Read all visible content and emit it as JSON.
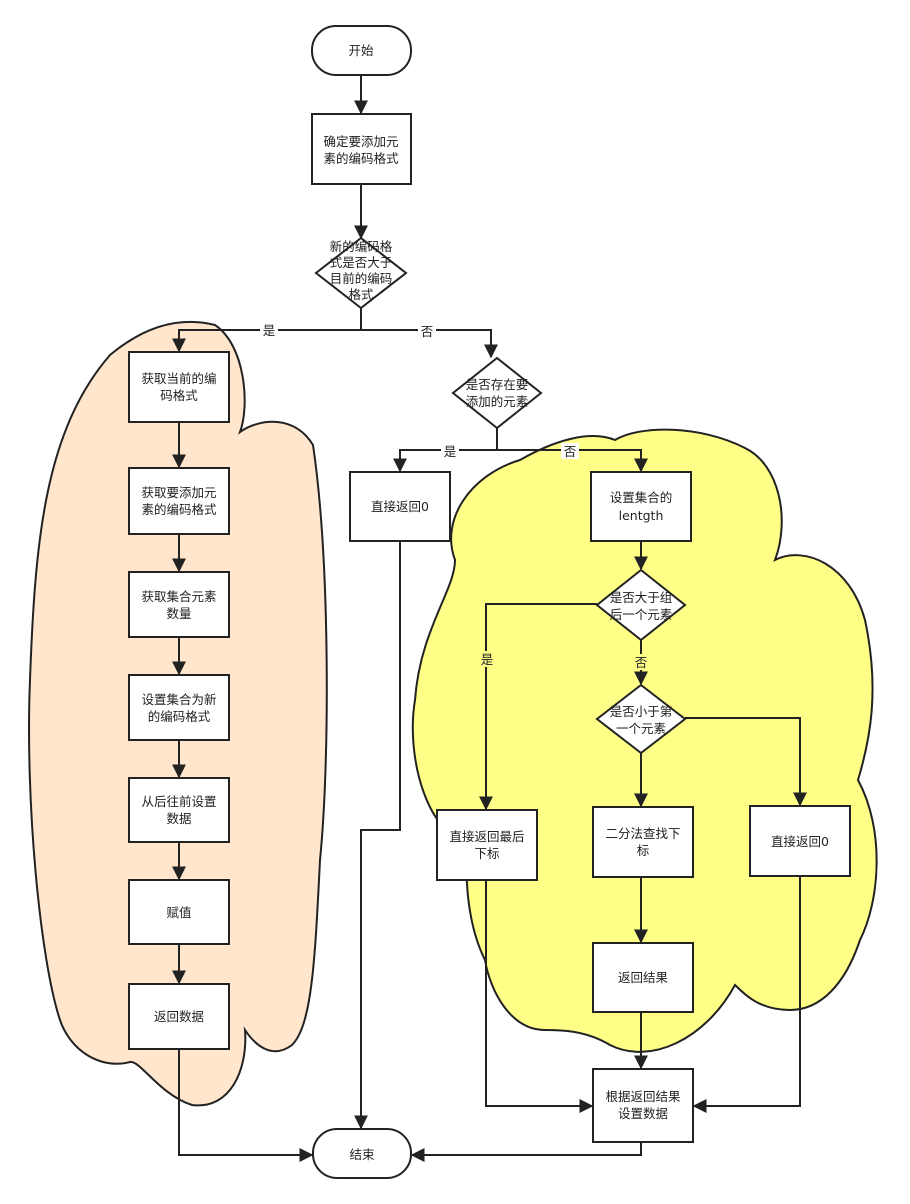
{
  "colors": {
    "stroke": "#222222",
    "box_fill": "#ffffff",
    "cloud_left": "#ffe6cc",
    "cloud_right": "#ffff88"
  },
  "nodes": {
    "start": "开始",
    "determine_encoding": [
      "确定要添加元",
      "素的编码格式"
    ],
    "decision_new_encoding": [
      "新的编码格",
      "式是否大于",
      "目前的编码",
      "格式"
    ],
    "get_current_encoding": [
      "获取当前的编",
      "码格式"
    ],
    "get_new_encoding": [
      "获取要添加元",
      "素的编码格式"
    ],
    "get_count": [
      "获取集合元素",
      "数量"
    ],
    "set_new_encoding": [
      "设置集合为新",
      "的编码格式"
    ],
    "set_data_backwards": [
      "从后往前设置",
      "数据"
    ],
    "assign": "赋值",
    "return_data": "返回数据",
    "decision_exists": [
      "是否存在要",
      "添加的元素"
    ],
    "return_zero_1": "直接返回0",
    "set_length": [
      "设置集合的",
      "lentgth"
    ],
    "decision_greater_last": [
      "是否大于组",
      "后一个元素"
    ],
    "decision_less_first": [
      "是否小于第",
      "一个元素"
    ],
    "return_last_index": [
      "直接返回最后",
      "下标"
    ],
    "binary_search": [
      "二分法查找下",
      "标"
    ],
    "return_zero_2": "直接返回0",
    "return_result": "返回结果",
    "set_data_by_result": [
      "根据返回结果",
      "设置数据"
    ],
    "end": "结束"
  },
  "edge_labels": {
    "yes_1": "是",
    "no_1": "否",
    "yes_2": "是",
    "no_2": "否",
    "yes_3": "是",
    "no_3": "否"
  }
}
